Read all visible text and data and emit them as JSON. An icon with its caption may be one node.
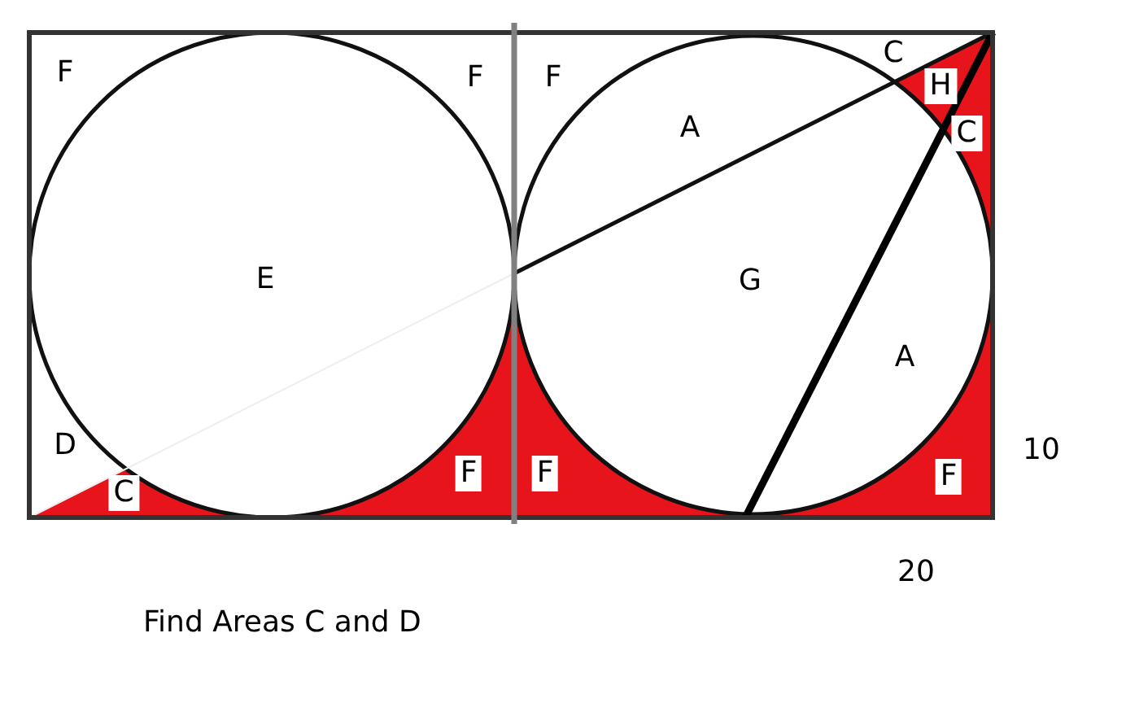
{
  "diagram": {
    "caption": "Find Areas C and D",
    "labels": [
      "F",
      "F",
      "F",
      "C",
      "H",
      "A",
      "C",
      "E",
      "G",
      "A",
      "D",
      "10",
      "C",
      "F",
      "F",
      "F",
      "20"
    ]
  }
}
